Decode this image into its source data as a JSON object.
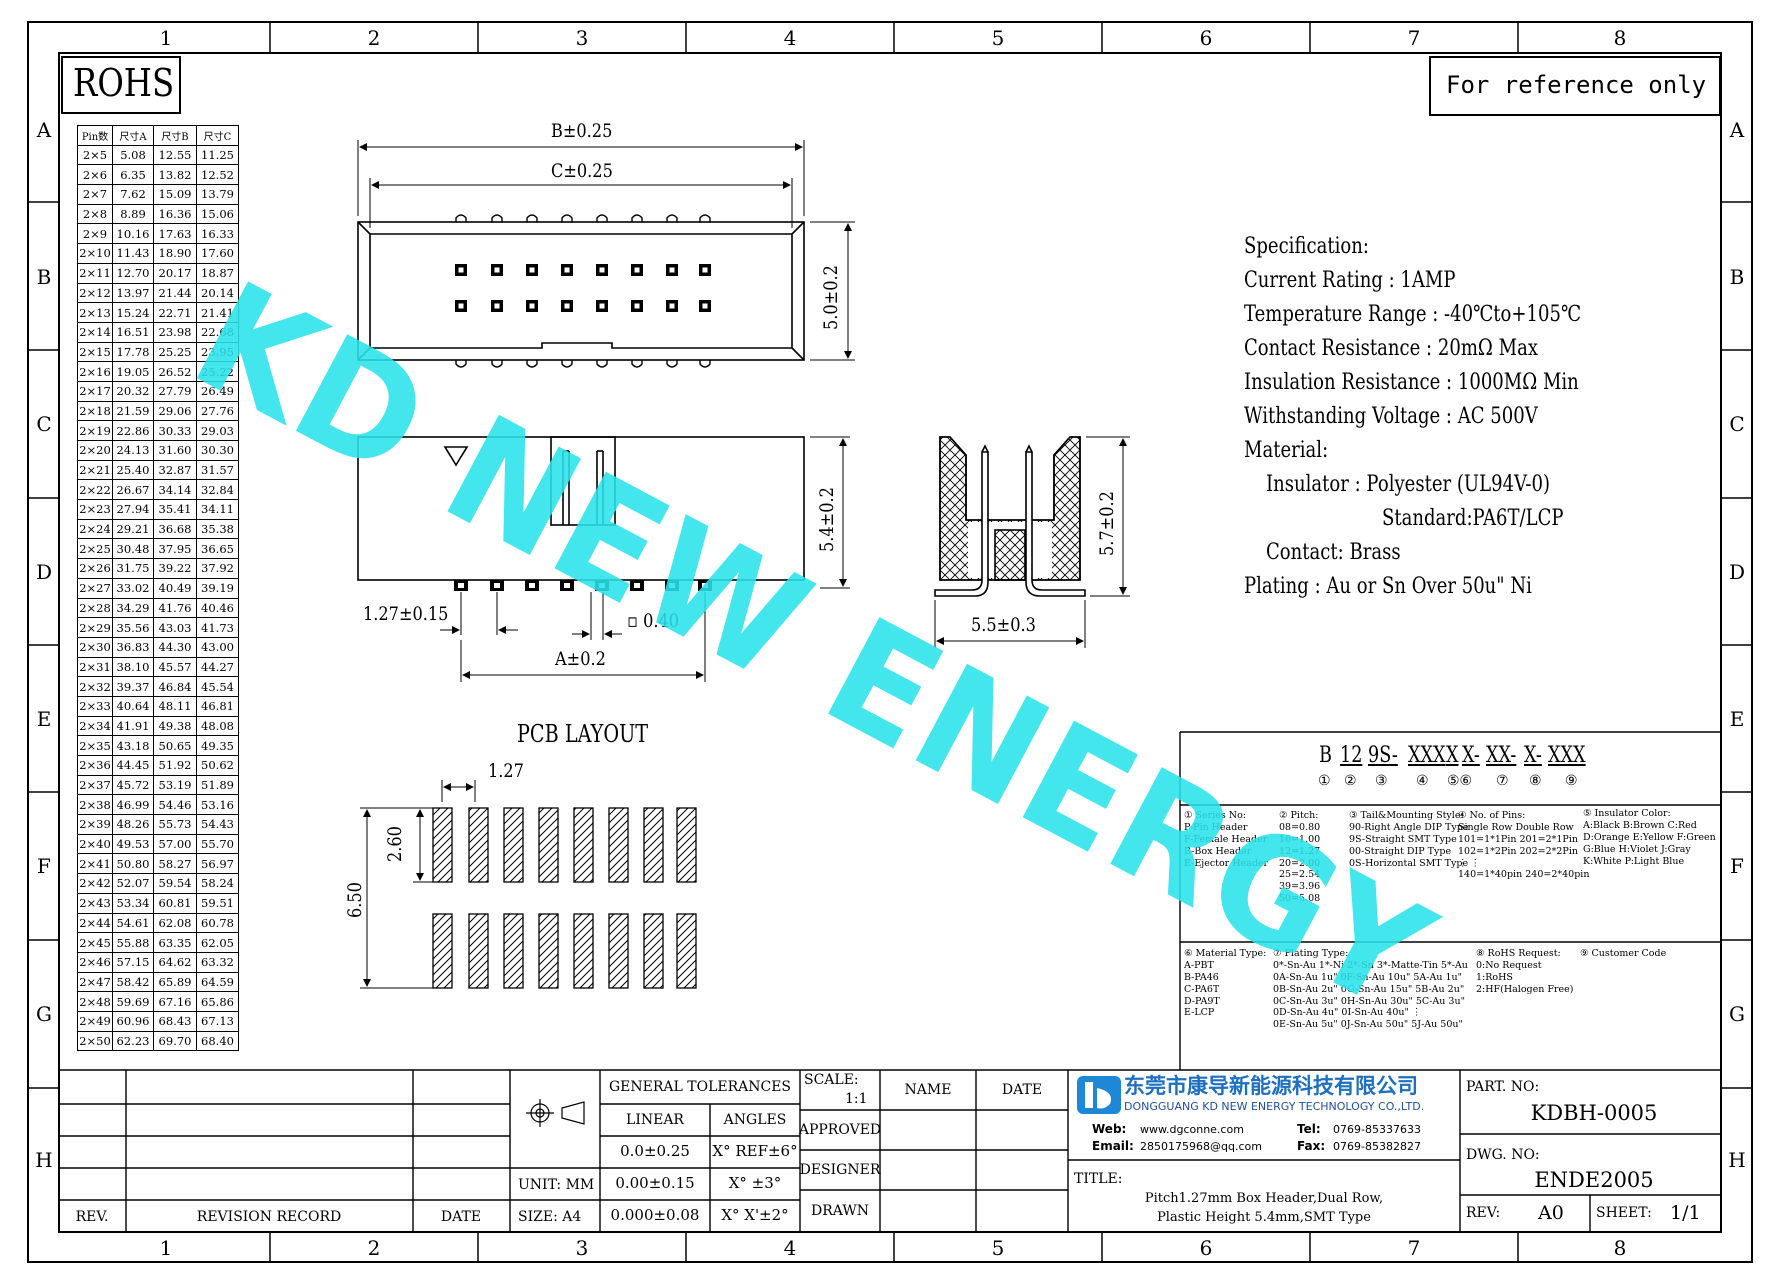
{
  "header": {
    "rohs": "ROHS",
    "reference_note": "For reference only"
  },
  "grid": {
    "columns": [
      "1",
      "2",
      "3",
      "4",
      "5",
      "6",
      "7",
      "8"
    ],
    "rows": [
      "A",
      "B",
      "C",
      "D",
      "E",
      "F",
      "G",
      "H"
    ]
  },
  "pin_table": {
    "headers": [
      "Pin数",
      "尺寸A",
      "尺寸B",
      "尺寸C"
    ],
    "rows": [
      [
        "2×5",
        "5.08",
        "12.55",
        "11.25"
      ],
      [
        "2×6",
        "6.35",
        "13.82",
        "12.52"
      ],
      [
        "2×7",
        "7.62",
        "15.09",
        "13.79"
      ],
      [
        "2×8",
        "8.89",
        "16.36",
        "15.06"
      ],
      [
        "2×9",
        "10.16",
        "17.63",
        "16.33"
      ],
      [
        "2×10",
        "11.43",
        "18.90",
        "17.60"
      ],
      [
        "2×11",
        "12.70",
        "20.17",
        "18.87"
      ],
      [
        "2×12",
        "13.97",
        "21.44",
        "20.14"
      ],
      [
        "2×13",
        "15.24",
        "22.71",
        "21.41"
      ],
      [
        "2×14",
        "16.51",
        "23.98",
        "22.68"
      ],
      [
        "2×15",
        "17.78",
        "25.25",
        "23.95"
      ],
      [
        "2×16",
        "19.05",
        "26.52",
        "25.22"
      ],
      [
        "2×17",
        "20.32",
        "27.79",
        "26.49"
      ],
      [
        "2×18",
        "21.59",
        "29.06",
        "27.76"
      ],
      [
        "2×19",
        "22.86",
        "30.33",
        "29.03"
      ],
      [
        "2×20",
        "24.13",
        "31.60",
        "30.30"
      ],
      [
        "2×21",
        "25.40",
        "32.87",
        "31.57"
      ],
      [
        "2×22",
        "26.67",
        "34.14",
        "32.84"
      ],
      [
        "2×23",
        "27.94",
        "35.41",
        "34.11"
      ],
      [
        "2×24",
        "29.21",
        "36.68",
        "35.38"
      ],
      [
        "2×25",
        "30.48",
        "37.95",
        "36.65"
      ],
      [
        "2×26",
        "31.75",
        "39.22",
        "37.92"
      ],
      [
        "2×27",
        "33.02",
        "40.49",
        "39.19"
      ],
      [
        "2×28",
        "34.29",
        "41.76",
        "40.46"
      ],
      [
        "2×29",
        "35.56",
        "43.03",
        "41.73"
      ],
      [
        "2×30",
        "36.83",
        "44.30",
        "43.00"
      ],
      [
        "2×31",
        "38.10",
        "45.57",
        "44.27"
      ],
      [
        "2×32",
        "39.37",
        "46.84",
        "45.54"
      ],
      [
        "2×33",
        "40.64",
        "48.11",
        "46.81"
      ],
      [
        "2×34",
        "41.91",
        "49.38",
        "48.08"
      ],
      [
        "2×35",
        "43.18",
        "50.65",
        "49.35"
      ],
      [
        "2×36",
        "44.45",
        "51.92",
        "50.62"
      ],
      [
        "2×37",
        "45.72",
        "53.19",
        "51.89"
      ],
      [
        "2×38",
        "46.99",
        "54.46",
        "53.16"
      ],
      [
        "2×39",
        "48.26",
        "55.73",
        "54.43"
      ],
      [
        "2×40",
        "49.53",
        "57.00",
        "55.70"
      ],
      [
        "2×41",
        "50.80",
        "58.27",
        "56.97"
      ],
      [
        "2×42",
        "52.07",
        "59.54",
        "58.24"
      ],
      [
        "2×43",
        "53.34",
        "60.81",
        "59.51"
      ],
      [
        "2×44",
        "54.61",
        "62.08",
        "60.78"
      ],
      [
        "2×45",
        "55.88",
        "63.35",
        "62.05"
      ],
      [
        "2×46",
        "57.15",
        "64.62",
        "63.32"
      ],
      [
        "2×47",
        "58.42",
        "65.89",
        "64.59"
      ],
      [
        "2×48",
        "59.69",
        "67.16",
        "65.86"
      ],
      [
        "2×49",
        "60.96",
        "68.43",
        "67.13"
      ],
      [
        "2×50",
        "62.23",
        "69.70",
        "68.40"
      ]
    ]
  },
  "dimensions": {
    "b": "B±0.25",
    "c": "C±0.25",
    "height_top": "5.0±0.2",
    "height_front": "5.4±0.2",
    "height_side": "5.7±0.2",
    "pitch": "1.27±0.15",
    "pin_square": "▫ 0.40",
    "a": "A±0.2",
    "side_width": "5.5±0.3",
    "pcb_pitch": "1.27",
    "pcb_pad_len": "2.60",
    "pcb_total": "6.50"
  },
  "pcb_layout_title": "PCB LAYOUT",
  "watermark": "KD NEW ENERGY",
  "specification": {
    "lines": [
      "Specification:",
      "Current Rating : 1AMP",
      "Temperature Range : -40℃to+105℃",
      "Contact Resistance : 20mΩ Max",
      "Insulation Resistance : 1000MΩ Min",
      "Withstanding Voltage : AC 500V",
      "Material:",
      "  Insulator : Polyester (UL94V-0)",
      "            Standard:PA6T/LCP",
      "  Contact: Brass",
      "Plating : Au or Sn Over 50u\" Ni"
    ]
  },
  "part_number_code": {
    "segments": [
      "B",
      "12",
      "9S-",
      "XXX",
      "X",
      "X-",
      "XX-",
      "X-",
      "XXX"
    ],
    "markers": [
      "①",
      "②",
      "③",
      "④",
      "⑤⑥",
      "⑦",
      "⑧",
      "⑨"
    ],
    "series": [
      "① Series No:",
      "P-Pin Header",
      "F-Female Header",
      "B-Box Header",
      "E-Ejector Header"
    ],
    "pitch": [
      "② Pitch:",
      "08=0.80",
      "10=1.00",
      "12=1.27",
      "20=2.00",
      "25=2.54",
      "39=3.96",
      "50=5.08"
    ],
    "tail": [
      "③ Tail&Mounting Style:",
      "90-Right Angle DIP Type",
      "9S-Straight SMT Type",
      "00-Straight DIP Type",
      "0S-Horizontal SMT Type"
    ],
    "pins": [
      "④ No. of Pins:",
      "Single Row   Double Row",
      "101=1*1Pin   201=2*1Pin",
      "102=1*2Pin   202=2*2Pin",
      "  ⋮             ⋮",
      "140=1*40pin  240=2*40pin"
    ],
    "insulator_color": [
      "⑤ Insulator Color:",
      "A:Black  B:Brown  C:Red",
      "D:Orange E:Yellow F:Green",
      "G:Blue   H:Violet J:Gray",
      "K:White  P:Light Blue"
    ],
    "material": [
      "⑥ Material Type:",
      "A-PBT",
      "B-PA46",
      "C-PA6T",
      "D-PA9T",
      "E-LCP"
    ],
    "plating": [
      "⑦ Plating Type:",
      "0*-Sn-Au 1*-Ni 2*-Sn 3*-Matte-Tin 5*-Au",
      "0A-Sn-Au 1u\" 0F-Sn-Au 10u\"  5A-Au 1u\"",
      "0B-Sn-Au 2u\" 0G-Sn-Au 15u\"  5B-Au 2u\"",
      "0C-Sn-Au 3u\" 0H-Sn-Au 30u\"  5C-Au 3u\"",
      "0D-Sn-Au 4u\" 0I-Sn-Au 40u\"     ⋮",
      "0E-Sn-Au 5u\" 0J-Sn-Au 50u\"  5J-Au 50u\""
    ],
    "rohs_request": [
      "⑧ RoHS Request:",
      "0:No Request",
      "1:RoHS",
      "2:HF(Halogen Free)"
    ],
    "customer": [
      "⑨ Customer Code"
    ]
  },
  "title_block": {
    "general_tolerances": "GENERAL TOLERANCES",
    "linear": "LINEAR",
    "angles": "ANGLES",
    "tol_rows": [
      [
        "0.0±0.25",
        "X° REF±6°"
      ],
      [
        "0.00±0.15",
        "X° ±3°"
      ],
      [
        "0.000±0.08",
        "X° X'±2°"
      ]
    ],
    "unit": "UNIT: MM",
    "size": "SIZE: A4",
    "scale_label": "SCALE:",
    "scale_value": "1:1",
    "name": "NAME",
    "date": "DATE",
    "approved": "APPROVED",
    "designer": "DESIGNER",
    "drawn": "DRAWN",
    "rev": "REV.",
    "revision_record": "REVISION RECORD",
    "rev_date": "DATE",
    "company_cn": "东莞市康导新能源科技有限公司",
    "company_en": "DONGGUANG KD NEW ENERGY TECHNOLOGY CO.,LTD.",
    "web_label": "Web:",
    "web": "www.dgconne.com",
    "email_label": "Email:",
    "email": "2850175968@qq.com",
    "tel_label": "Tel:",
    "tel": "0769-85337633",
    "fax_label": "Fax:",
    "fax": "0769-85382827",
    "title_label": "TITLE:",
    "title_line1": "Pitch1.27mm Box Header,Dual Row,",
    "title_line2": "Plastic Height 5.4mm,SMT Type",
    "part_no_label": "PART. NO:",
    "part_no": "KDBH-0005",
    "dwg_no_label": "DWG. NO:",
    "dwg_no": "ENDE2005",
    "rev_label": "REV:",
    "rev_value": "A0",
    "sheet_label": "SHEET:",
    "sheet_value": "1/1"
  },
  "colors": {
    "watermark": "#29e3ea",
    "lines": "#000000"
  }
}
